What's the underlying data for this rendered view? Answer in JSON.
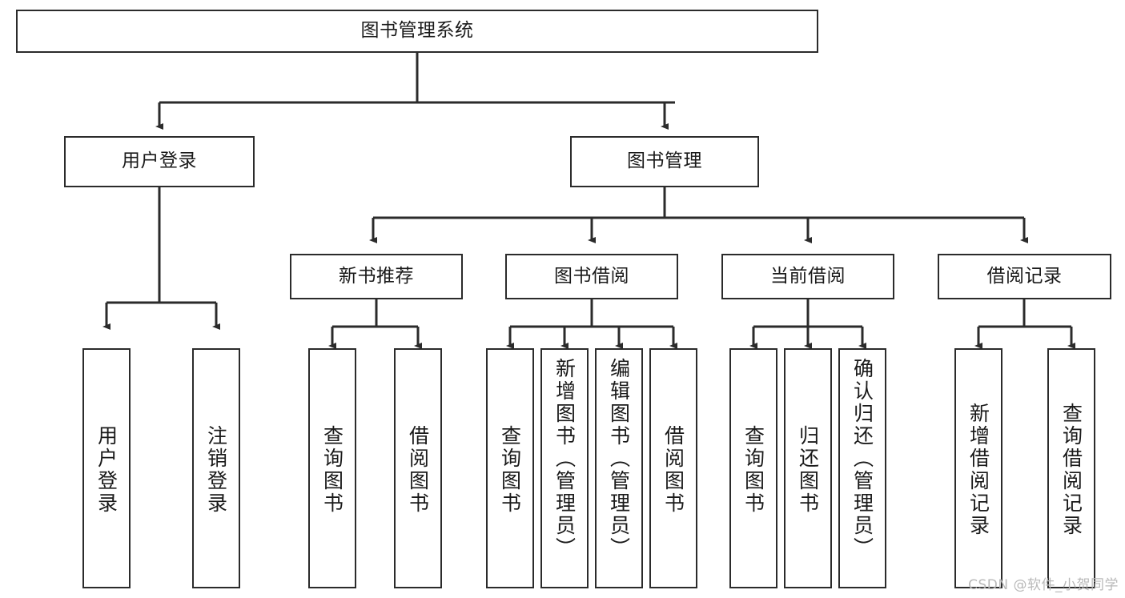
{
  "diagram": {
    "type": "tree-hierarchy-chart",
    "title": "图书管理系统",
    "watermark": "CSDN @软件_小贺同学",
    "colors": {
      "box_border": "#2b2b2b",
      "box_fill": "#ffffff",
      "edge": "#2b2b2b",
      "text": "#1a1a1a",
      "watermark": "#b9b9b9",
      "background": "#ffffff"
    },
    "root": {
      "id": "root",
      "label": "图书管理系统",
      "orientation": "horizontal"
    },
    "level2": [
      {
        "id": "user-login",
        "label": "用户登录",
        "orientation": "horizontal"
      },
      {
        "id": "book-manage",
        "label": "图书管理",
        "orientation": "horizontal"
      }
    ],
    "level3": [
      {
        "id": "new-book-rec",
        "label": "新书推荐",
        "orientation": "horizontal",
        "parent": "book-manage"
      },
      {
        "id": "book-borrow",
        "label": "图书借阅",
        "orientation": "horizontal",
        "parent": "book-manage"
      },
      {
        "id": "current-borrow",
        "label": "当前借阅",
        "orientation": "horizontal",
        "parent": "book-manage"
      },
      {
        "id": "borrow-record",
        "label": "借阅记录",
        "orientation": "horizontal",
        "parent": "book-manage"
      }
    ],
    "leaves": {
      "user-login": [
        {
          "id": "leaf-user-login",
          "label": "用户登录",
          "orientation": "vertical"
        },
        {
          "id": "leaf-user-logout",
          "label": "注销登录",
          "orientation": "vertical"
        }
      ],
      "new-book-rec": [
        {
          "id": "leaf-query-book-1",
          "label": "查询图书",
          "orientation": "vertical"
        },
        {
          "id": "leaf-borrow-book-1",
          "label": "借阅图书",
          "orientation": "vertical"
        }
      ],
      "book-borrow": [
        {
          "id": "leaf-query-book-2",
          "label": "查询图书",
          "orientation": "vertical"
        },
        {
          "id": "leaf-add-book",
          "label": "新增图书（管理员）",
          "orientation": "vertical"
        },
        {
          "id": "leaf-edit-book",
          "label": "编辑图书（管理员）",
          "orientation": "vertical"
        },
        {
          "id": "leaf-borrow-book-2",
          "label": "借阅图书",
          "orientation": "vertical"
        }
      ],
      "current-borrow": [
        {
          "id": "leaf-query-book-3",
          "label": "查询图书",
          "orientation": "vertical"
        },
        {
          "id": "leaf-return-book",
          "label": "归还图书",
          "orientation": "vertical"
        },
        {
          "id": "leaf-confirm-return",
          "label": "确认归还（管理员）",
          "orientation": "vertical"
        }
      ],
      "borrow-record": [
        {
          "id": "leaf-add-record",
          "label": "新增借阅记录",
          "orientation": "vertical"
        },
        {
          "id": "leaf-query-record",
          "label": "查询借阅记录",
          "orientation": "vertical"
        }
      ]
    }
  }
}
